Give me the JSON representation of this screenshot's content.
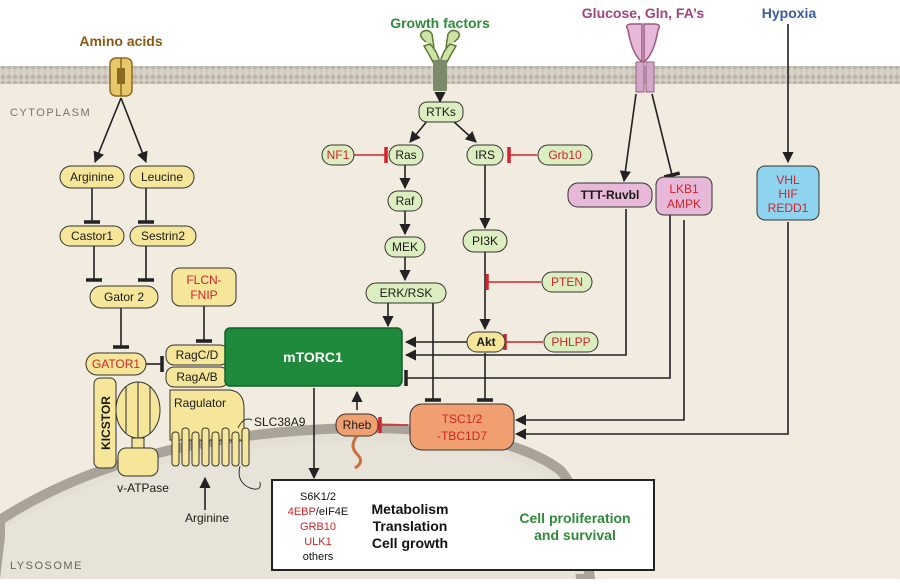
{
  "regions": {
    "cytoplasm": "CYTOPLASM",
    "lysosome": "LYSOSOME"
  },
  "inputs": {
    "amino_acids": "Amino acids",
    "growth_factors": "Growth factors",
    "glucose": "Glucose, Gln, FA’s",
    "hypoxia": "Hypoxia"
  },
  "nodes": {
    "arginine": "Arginine",
    "leucine": "Leucine",
    "castor1": "Castor1",
    "sestrin2": "Sestrin2",
    "gator2": "Gator 2",
    "flcn_line1": "FLCN-",
    "flcn_line2": "FNIP",
    "gator1": "GATOR1",
    "ragcd": "RagC/D",
    "ragab": "RagA/B",
    "kicstor": "KICSTOR",
    "ragulator": "Ragulator",
    "slc38a9": "SLC38A9",
    "vatpase": "v-ATPase",
    "arginine_lyso": "Arginine",
    "mtorc1": "mTORC1",
    "rtks": "RTKs",
    "nf1": "NF1",
    "ras": "Ras",
    "irs": "IRS",
    "grb10": "Grb10",
    "raf": "Raf",
    "mek": "MEK",
    "pi3k": "PI3K",
    "erk": "ERK/RSK",
    "pten": "PTEN",
    "akt": "Akt",
    "phlpp": "PHLPP",
    "ttt": "TTT-Ruvbl",
    "lkb1": "LKB1",
    "ampk": "AMPK",
    "vhl": "VHL",
    "hif": "HIF",
    "redd1": "REDD1",
    "rheb": "Rheb",
    "tsc_line1": "TSC1/2",
    "tsc_line2": "-TBC1D7"
  },
  "outputs": {
    "s6k": "S6K1/2",
    "ebp_red": "4EBP",
    "ebp_rest": "/eIF4E",
    "grb10": "GRB10",
    "ulk1": "ULK1",
    "others": "others",
    "metabolism": "Metabolism",
    "translation": "Translation",
    "cell_growth": "Cell growth",
    "prolif_line1": "Cell proliferation",
    "prolif_line2": "and survival"
  },
  "colors": {
    "amino_acid_nodes": "#f6e699",
    "growth_factor_nodes": "#dceec0",
    "energy_nodes": "#e8b8d8",
    "hypoxia_nodes": "#8ed4ee",
    "tsc_rheb_nodes": "#f0a070",
    "mtorc1": "#1f8a3c",
    "inhibitor_text": "#d4232a",
    "cytoplasm": "#f1ebe0"
  }
}
